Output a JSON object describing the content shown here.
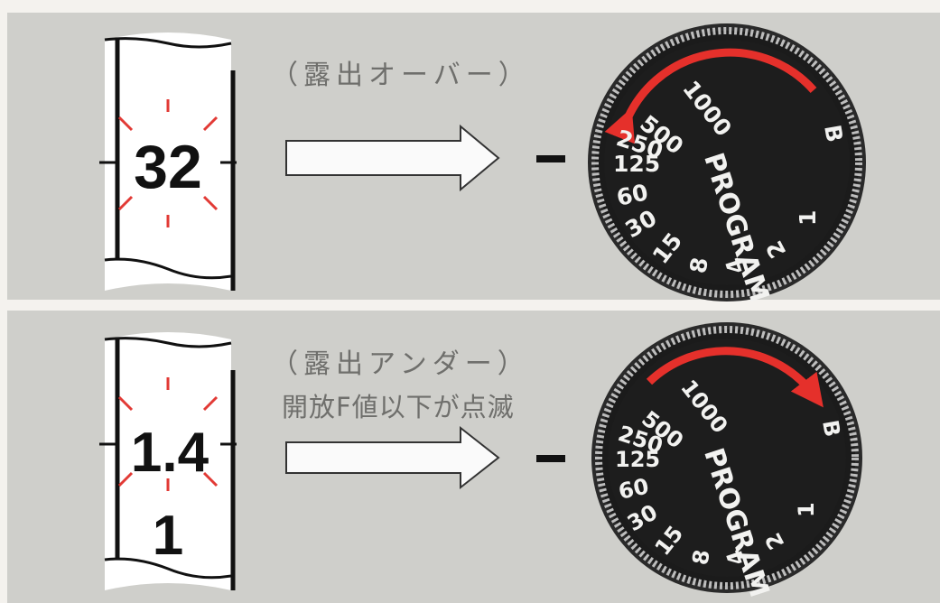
{
  "top": {
    "indicator_value": "32",
    "note": "（露出オーバー）",
    "dial": {
      "mode_label": "PROGRAM",
      "speeds": [
        "1000",
        "500",
        "250",
        "125",
        "60",
        "30",
        "15",
        "8",
        "4",
        "2",
        "1",
        "B"
      ]
    }
  },
  "bottom": {
    "indicator_value": "1.4",
    "indicator_value_2": "1",
    "note": "（露出アンダー）",
    "subnote": "開放F値以下が点滅",
    "dial": {
      "mode_label": "PROGRAM",
      "speeds": [
        "1000",
        "500",
        "250",
        "125",
        "60",
        "30",
        "15",
        "8",
        "4",
        "2",
        "1",
        "B"
      ]
    }
  },
  "colors": {
    "background": "#cfcfcb",
    "blink": "#e23a35",
    "arrow_red": "#e5302b",
    "dial": "#1d1d1d"
  },
  "icons": [
    "blinking-display-icon",
    "right-arrow-icon",
    "minus-sign-icon",
    "shutter-dial-icon",
    "red-rotation-arrow-icon"
  ]
}
